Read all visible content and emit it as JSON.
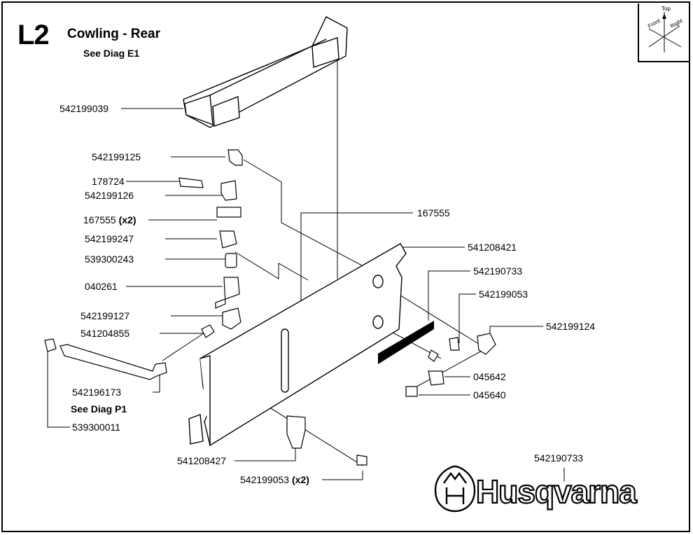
{
  "header": {
    "sheet": "L2",
    "title": "Cowling - Rear",
    "see_diag_e1": "See Diag E1"
  },
  "orientation": {
    "top": "Top",
    "front": "Front",
    "right": "Right"
  },
  "parts": {
    "p542199039": "542199039",
    "p542199125": "542199125",
    "p178724": "178724",
    "p542199126": "542199126",
    "p167555x2": "167555",
    "x2": "(x2)",
    "p542199247": "542199247",
    "p539300243": "539300243",
    "p040261": "040261",
    "p542199127": "542199127",
    "p541204855": "541204855",
    "p542196173": "542196173",
    "see_diag_p1": "See Diag P1",
    "p539300011": "539300011",
    "p541208427": "541208427",
    "p542199053x2": "542199053",
    "p167555": "167555",
    "p541208421": "541208421",
    "p542190733": "542190733",
    "p542199053": "542199053",
    "p542199124": "542199124",
    "p045642": "045642",
    "p045640": "045640",
    "p542190733b": "542190733"
  },
  "brand": {
    "name": "Husqvarna",
    "logo_icon": "husqvarna-crown-logo-icon"
  }
}
